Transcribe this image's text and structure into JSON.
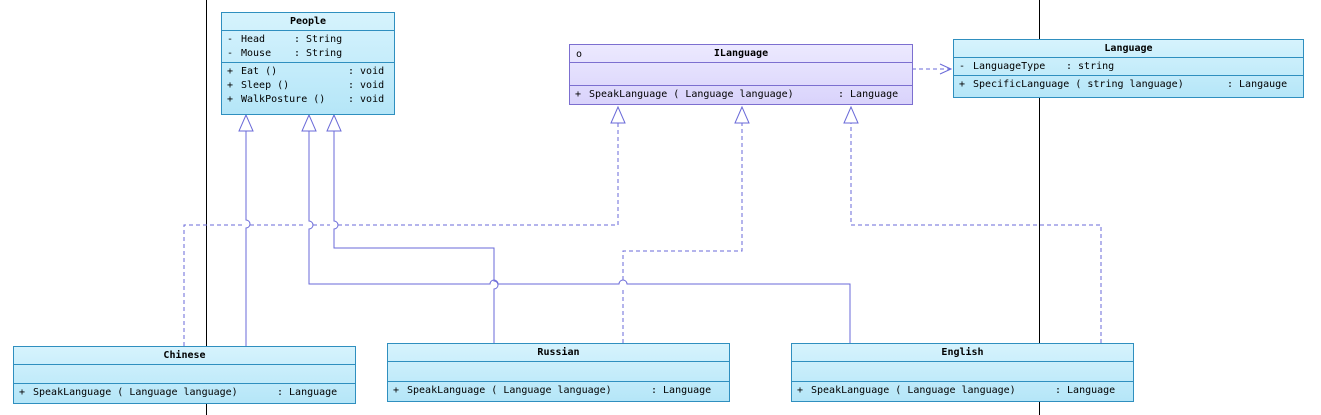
{
  "diagram": {
    "people": {
      "name": "People",
      "attributes": [
        {
          "vis": "-",
          "name": "Head",
          "type": ": String"
        },
        {
          "vis": "-",
          "name": "Mouse",
          "type": ": String"
        }
      ],
      "operations": [
        {
          "vis": "+",
          "name": "Eat ()",
          "ret": ": void"
        },
        {
          "vis": "+",
          "name": "Sleep ()",
          "ret": ": void"
        },
        {
          "vis": "+",
          "name": "WalkPosture ()",
          "ret": ": void"
        }
      ]
    },
    "ilanguage": {
      "stereotype_mark": "o",
      "name": "ILanguage",
      "operations": [
        {
          "vis": "+",
          "name": "SpeakLanguage ( Language language)",
          "ret": ": Language"
        }
      ]
    },
    "language": {
      "name": "Language",
      "attributes": [
        {
          "vis": "-",
          "name": "LanguageType",
          "type": ": string"
        }
      ],
      "operations": [
        {
          "vis": "+",
          "name": "SpecificLanguage ( string language)",
          "ret": ": Langauge"
        }
      ]
    },
    "chinese": {
      "name": "Chinese",
      "operations": [
        {
          "vis": "+",
          "name": "SpeakLanguage ( Language language)",
          "ret": ": Language"
        }
      ]
    },
    "russian": {
      "name": "Russian",
      "operations": [
        {
          "vis": "+",
          "name": "SpeakLanguage ( Language language)",
          "ret": ": Language"
        }
      ]
    },
    "english": {
      "name": "English",
      "operations": [
        {
          "vis": "+",
          "name": "SpeakLanguage ( Language language)",
          "ret": ": Language"
        }
      ]
    },
    "colors": {
      "class_border": "#2f8fbf",
      "class_fill": "#c4ecfa",
      "interface_fill": "#e3defd",
      "connector": "#6a6ad8"
    }
  }
}
